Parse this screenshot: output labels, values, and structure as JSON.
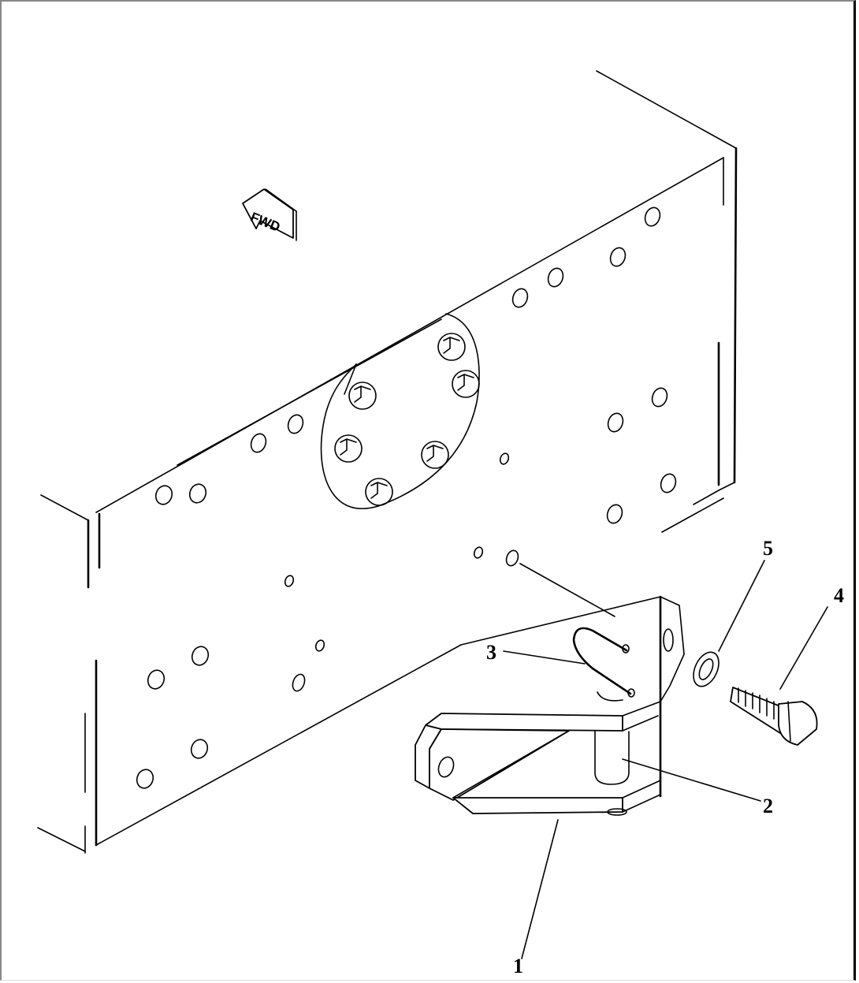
{
  "diagram": {
    "type": "exploded-parts-view",
    "subject": "bracket mounting on frame side",
    "direction_marker": {
      "label": "FWD",
      "icon": "arrow-left-icon"
    },
    "callouts": [
      {
        "id": "1",
        "label": "1",
        "part": "bracket"
      },
      {
        "id": "2",
        "label": "2",
        "part": "pin"
      },
      {
        "id": "3",
        "label": "3",
        "part": "lock pin (clip)"
      },
      {
        "id": "4",
        "label": "4",
        "part": "bolt"
      },
      {
        "id": "5",
        "label": "5",
        "part": "washer"
      }
    ]
  },
  "colors": {
    "line": "#000000",
    "background": "#ffffff",
    "frame_left": "#888888"
  }
}
